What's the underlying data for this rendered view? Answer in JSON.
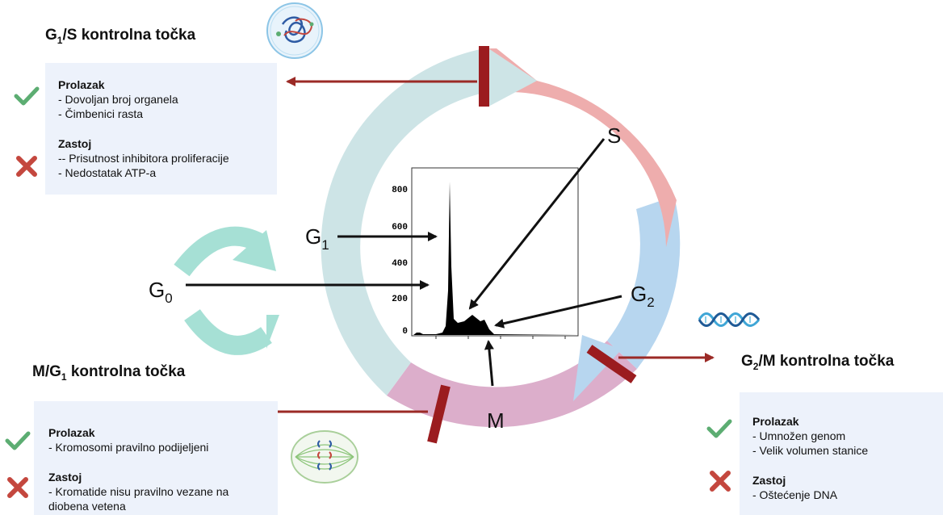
{
  "checkpoints": {
    "g1s": {
      "title_main": "G",
      "title_sub": "1",
      "title_rest": "/S kontrolna točka",
      "pass_heading": "Prolazak",
      "pass_items": [
        "- Dovoljan broj organela",
        "- Čimbenici rasta"
      ],
      "stop_heading": "Zastoj",
      "stop_items": [
        "-- Prisutnost inhibitora proliferacije",
        "- Nedostatak ATP-a"
      ]
    },
    "mg1": {
      "title_main": "M/G",
      "title_sub": "1",
      "title_rest": " kontrolna točka",
      "pass_heading": "Prolazak",
      "pass_items": [
        "- Kromosomi pravilno podijeljeni"
      ],
      "stop_heading": "Zastoj",
      "stop_items": [
        "- Kromatide nisu pravilno vezane na",
        "diobena vetena"
      ]
    },
    "g2m": {
      "title_main": "G",
      "title_sub": "2",
      "title_rest": "/M kontrolna točka",
      "pass_heading": "Prolazak",
      "pass_items": [
        "- Umnožen genom",
        "- Velik volumen stanice"
      ],
      "stop_heading": "Zastoj",
      "stop_items": [
        "- Oštećenje DNA"
      ]
    }
  },
  "phase_labels": {
    "g1_main": "G",
    "g1_sub": "1",
    "g0_main": "G",
    "g0_sub": "0",
    "g2_main": "G",
    "g2_sub": "2",
    "s": "S",
    "m": "M"
  },
  "histogram": {
    "y_ticks": [
      "800",
      "600",
      "400",
      "200",
      "0"
    ]
  },
  "colors": {
    "g1_phase": "#cde4e6",
    "s_phase": "#eeadad",
    "g2_phase": "#b7d6ef",
    "m_phase": "#dcaecb",
    "checkpoint_bar": "#9b1c1f",
    "arrow": "#9b2a26",
    "g0_arrows": "#a6e0d5",
    "check": "#5cad72",
    "cross": "#c4473e",
    "box": "#edf2fb"
  },
  "icons": [
    "cell-nucleus-icon",
    "dna-helix-icon",
    "mitotic-spindle-icon",
    "check-icon",
    "cross-icon"
  ]
}
